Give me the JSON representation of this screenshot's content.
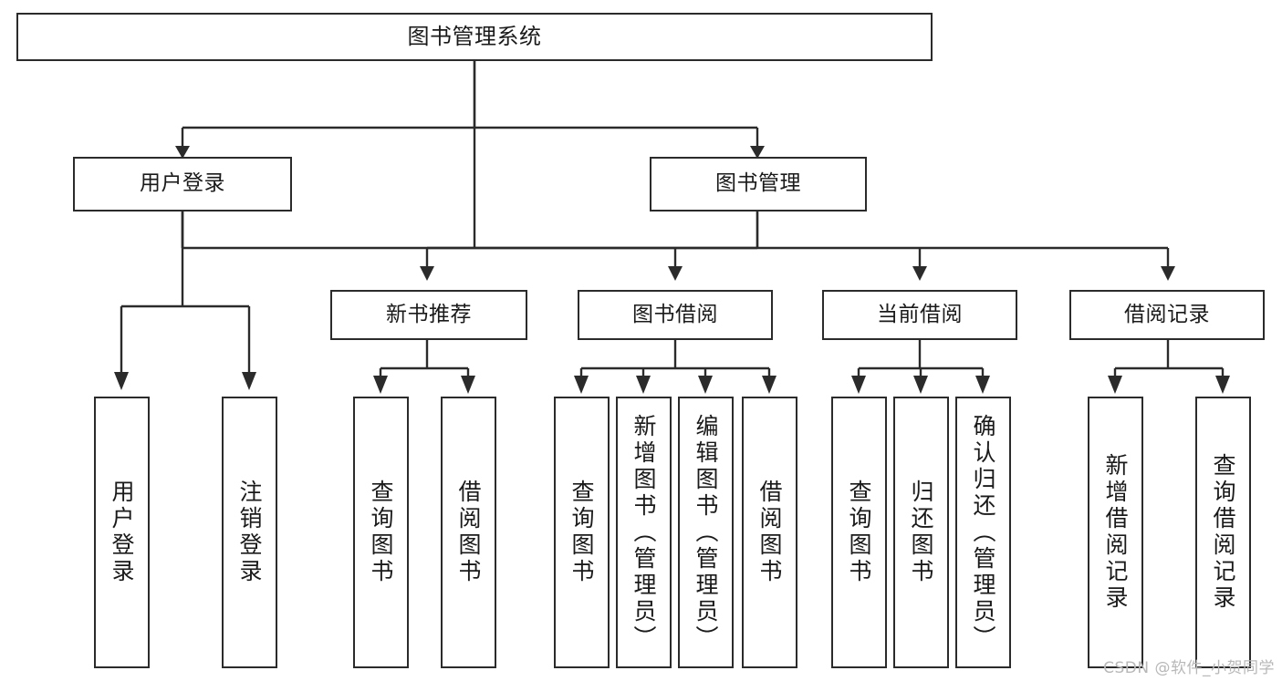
{
  "diagram": {
    "type": "tree-hierarchy",
    "title": "图书管理系统",
    "colors": {
      "border": "#2b2b2b",
      "background": "#ffffff",
      "text": "#1a1a1a",
      "watermark": "#b8b8b8"
    },
    "root": {
      "label": "图书管理系统"
    },
    "level2": [
      {
        "label": "用户登录"
      },
      {
        "label": "图书管理"
      }
    ],
    "level3": [
      {
        "label": "新书推荐"
      },
      {
        "label": "图书借阅"
      },
      {
        "label": "当前借阅"
      },
      {
        "label": "借阅记录"
      }
    ],
    "leaves": {
      "user_login": [
        {
          "label": "用户登录"
        },
        {
          "label": "注销登录"
        }
      ],
      "new_book_recommend": [
        {
          "label": "查询图书"
        },
        {
          "label": "借阅图书"
        }
      ],
      "book_borrow": [
        {
          "label": "查询图书"
        },
        {
          "label": "新增图书（管理员）"
        },
        {
          "label": "编辑图书（管理员）"
        },
        {
          "label": "借阅图书"
        }
      ],
      "current_borrow": [
        {
          "label": "查询图书"
        },
        {
          "label": "归还图书"
        },
        {
          "label": "确认归还（管理员）"
        }
      ],
      "borrow_record": [
        {
          "label": "新增借阅记录"
        },
        {
          "label": "查询借阅记录"
        }
      ]
    }
  },
  "watermark": {
    "text": "CSDN @软件_小贺同学"
  }
}
